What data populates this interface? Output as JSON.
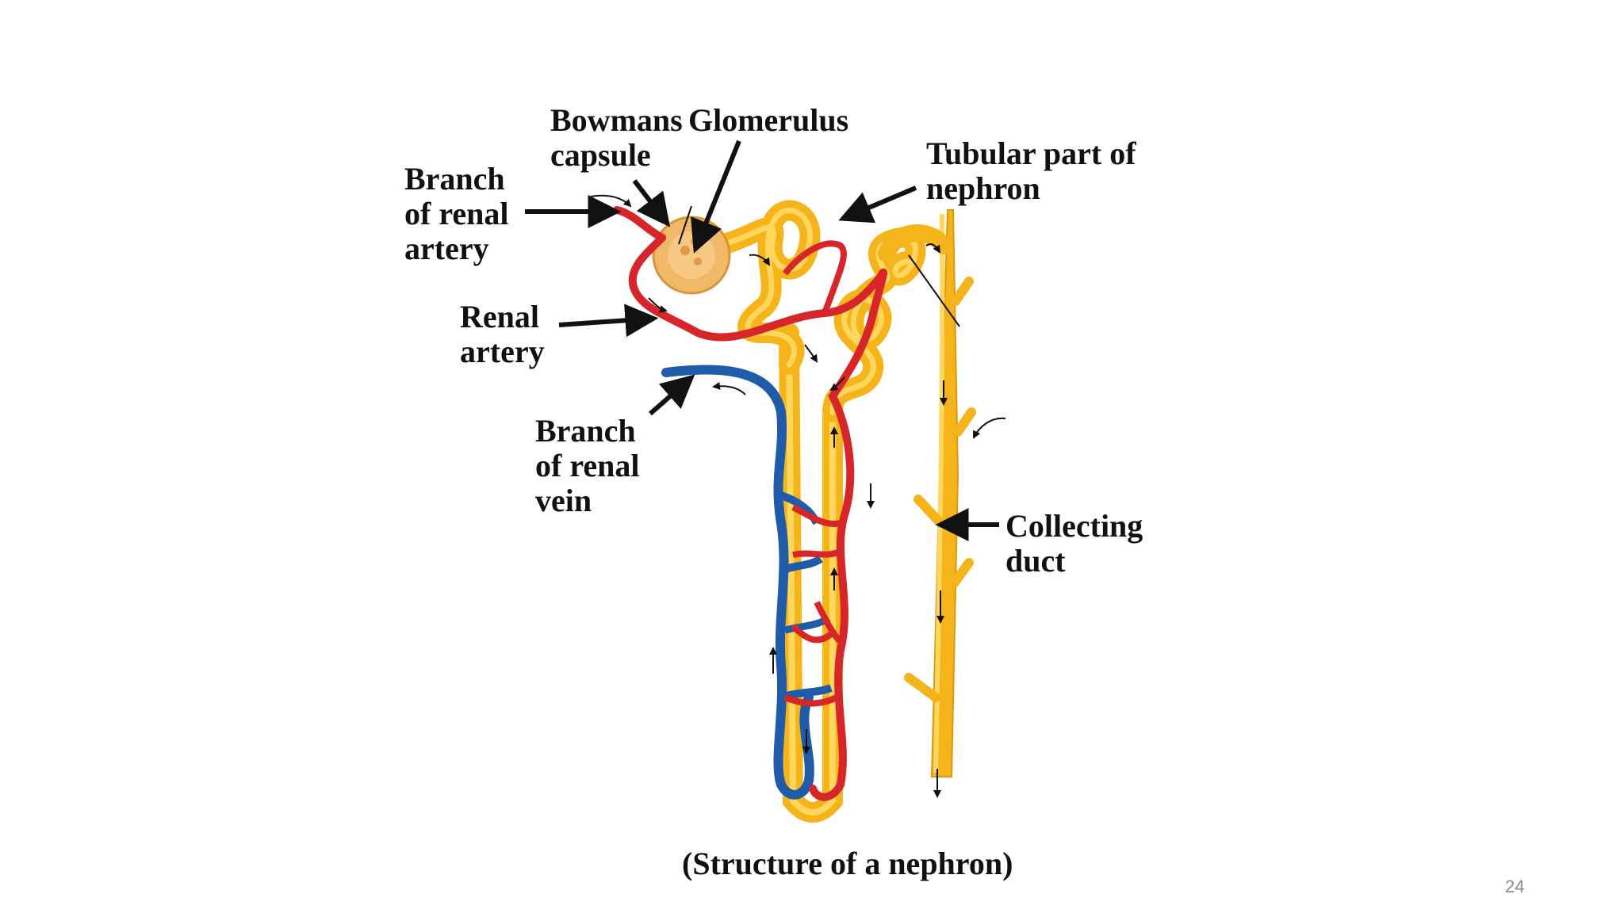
{
  "diagram": {
    "labels": {
      "bowmans_capsule": [
        "Bowmans",
        "capsule"
      ],
      "glomerulus": "Glomerulus",
      "tubular_part": [
        "Tubular part of",
        "nephron"
      ],
      "branch_renal_artery": [
        "Branch",
        "of renal",
        "artery"
      ],
      "renal_artery": [
        "Renal",
        "artery"
      ],
      "branch_renal_vein": [
        "Branch",
        "of renal",
        "vein"
      ],
      "collecting_duct": [
        "Collecting",
        "duct"
      ]
    },
    "caption": "(Structure of a nephron)"
  },
  "colors": {
    "tubule": "#F4B41A",
    "tubule_highlight": "#FFD75E",
    "artery": "#D7262A",
    "vein": "#1F5BA8",
    "capsule": "#F0B868",
    "arrow": "#111111"
  },
  "page": {
    "number": "24"
  }
}
